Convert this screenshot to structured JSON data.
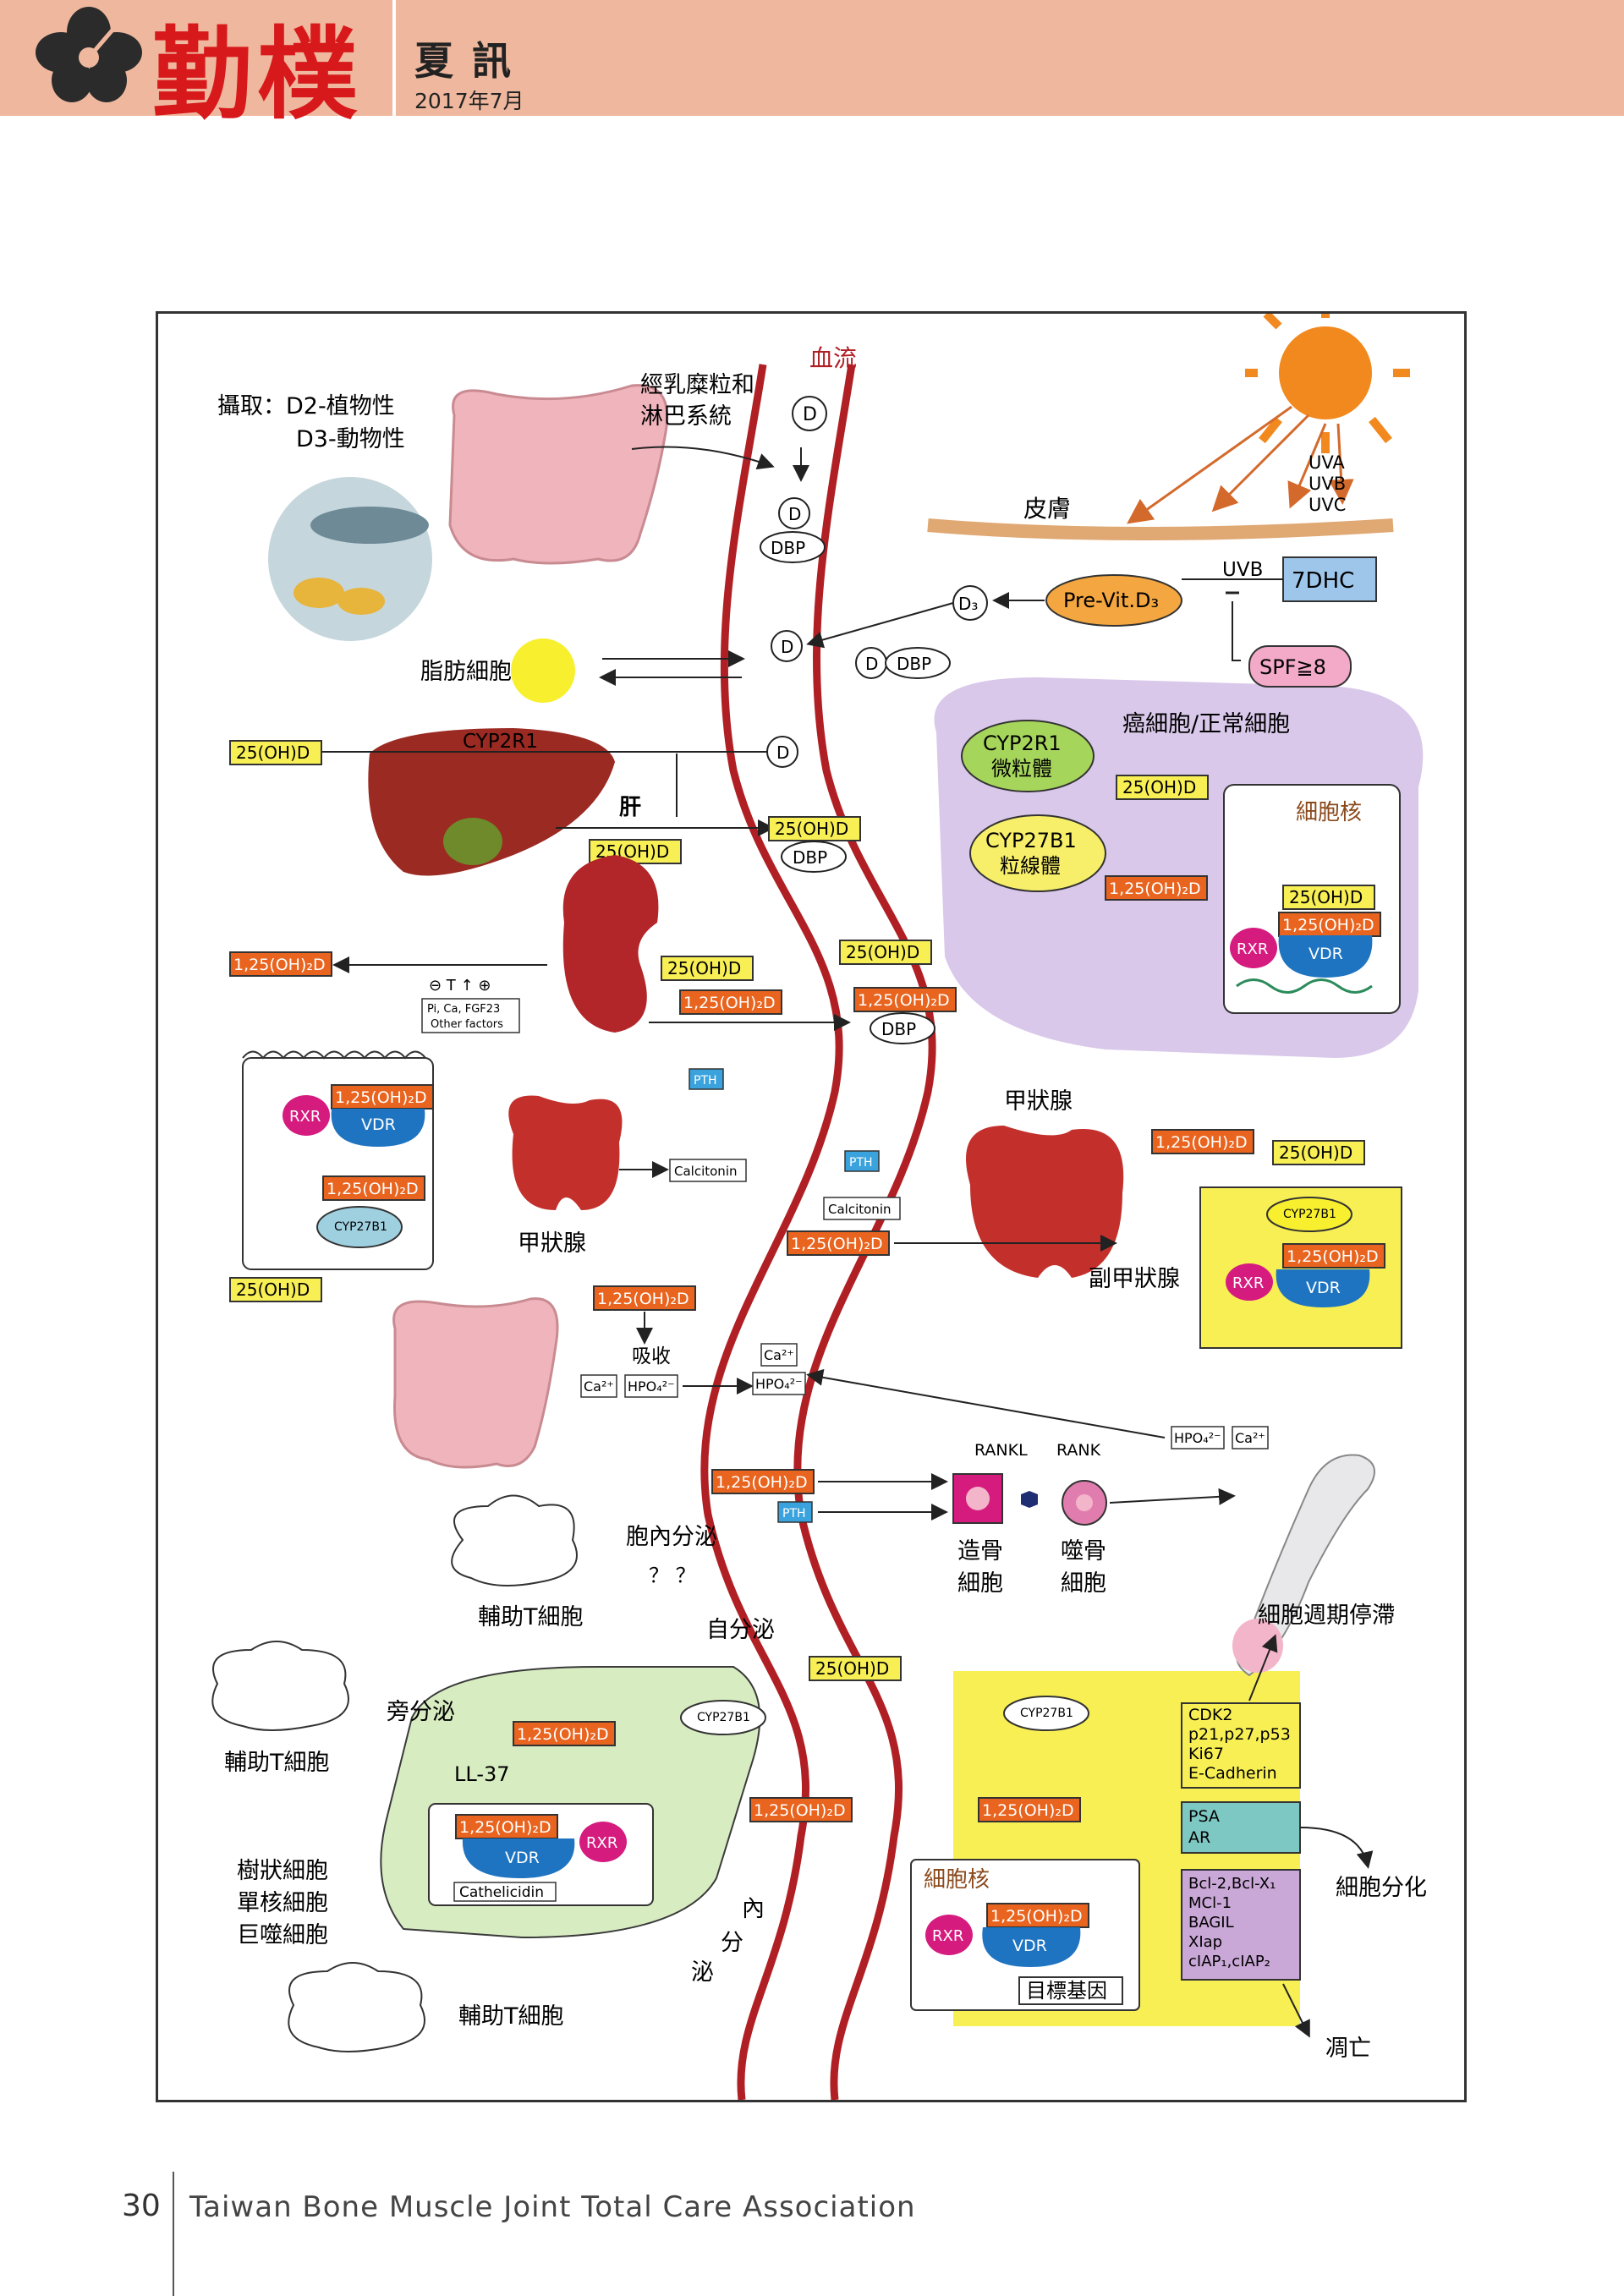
{
  "header": {
    "brand": "勤樸",
    "title": "夏訊",
    "date": "2017年7月"
  },
  "footer": {
    "page_number": "30",
    "org": "Taiwan Bone Muscle Joint   Total Care Association"
  },
  "diagram": {
    "blood_flow": "血流",
    "intake_1": "攝取：D2-植物性",
    "intake_2": "D3-動物性",
    "chylomicron_1": "經乳糜粒和",
    "chylomicron_2": "淋巴系統",
    "uva": "UVA",
    "uvb_list": "UVB",
    "uvc": "UVC",
    "skin": "皮膚",
    "uvb": "UVB",
    "dhc": "7DHC",
    "previtd3": "Pre-Vit.D₃",
    "d3": "D₃",
    "spf": "SPF≧8",
    "d": "D",
    "dbp": "DBP",
    "adipose": "脂肪細胞",
    "cyp2r1_label": "CYP2R1",
    "ohd": "25(OH)D",
    "liver": "肝",
    "cancer_cells": "癌細胞/正常細胞",
    "cyp2r1_1": "CYP2R1",
    "cyp2r1_2": "微粒體",
    "cyp27b1_1": "CYP27B1",
    "cyp27b1_2": "粒線體",
    "nucleus": "細胞核",
    "ohd2": "1,25(OH)₂D",
    "rxr": "RXR",
    "vdr": "VDR",
    "pi_factors_1": "Pi, Ca, FGF23",
    "pi_factors_2": "Other factors",
    "pth": "PTH",
    "calcitonin": "Calcitonin",
    "cyp27b1_small": "CYP27B1",
    "thyroid_left": "甲狀腺",
    "thyroid_right": "甲狀腺",
    "parathyroid": "副甲狀腺",
    "absorb": "吸收",
    "ca": "Ca²⁺",
    "hpo4": "HPO₄²⁻",
    "rankl": "RANKL",
    "rank": "RANK",
    "osteoblast_1": "造骨",
    "osteoblast_2": "細胞",
    "osteoclast_1": "噬骨",
    "osteoclast_2": "細胞",
    "intracrine": "胞內分泌",
    "qq": "？ ？",
    "helper_t": "輔助T細胞",
    "autocrine": "自分泌",
    "paracrine": "旁分泌",
    "ll37": "LL-37",
    "cathelicidin": "Cathelicidin",
    "dendritic": "樹狀細胞",
    "monocyte": "單核細胞",
    "macrophage": "巨噬細胞",
    "endocrine_1": "內",
    "endocrine_2": "分",
    "endocrine_3": "泌",
    "cycle_arrest": "細胞週期停滯",
    "cdk_list": [
      "CDK2",
      "p21,p27,p53",
      "Ki67",
      "E-Cadherin"
    ],
    "psa_list": [
      "PSA",
      "AR"
    ],
    "differentiation": "細胞分化",
    "bcl_list": [
      "Bcl-2,Bcl-X₁",
      "MCl-1",
      "BAGIL",
      "XIap",
      "cIAP₁,cIAP₂"
    ],
    "apoptosis": "凋亡",
    "target_gene": "目標基因"
  },
  "colors": {
    "header_bg": "#efb89e",
    "brand_red": "#d8191c",
    "blood": "#b01f24",
    "yellow_box": "#f8ef55",
    "orange_box": "#e8641f",
    "purple_region": "#d9c8ea",
    "green_region": "#d8ecc1"
  }
}
